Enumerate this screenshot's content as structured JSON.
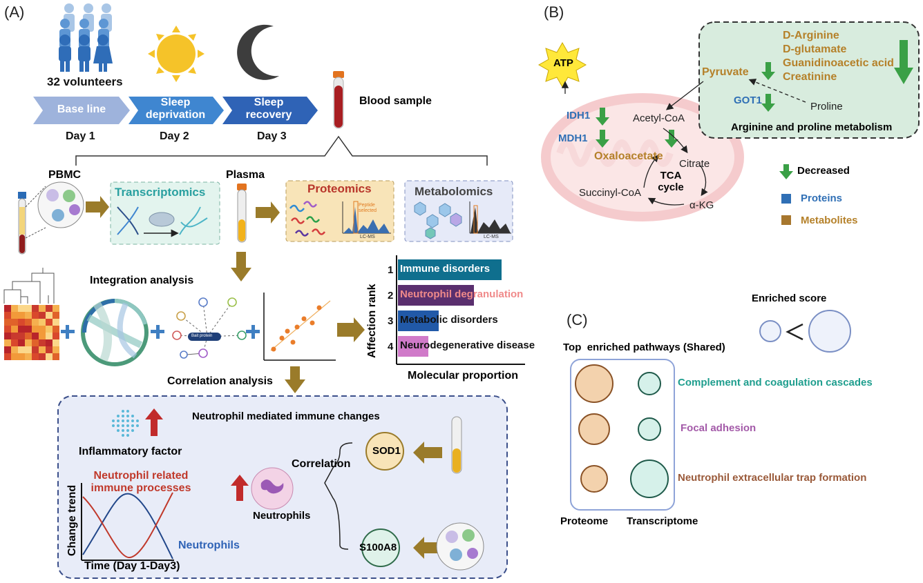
{
  "panel_a": {
    "label": "(A)",
    "volunteers": "32 volunteers",
    "timeline": [
      {
        "label": "Base line",
        "day": "Day 1",
        "color": "#9eb3dc"
      },
      {
        "label": "Sleep deprivation",
        "day": "Day 2",
        "color": "#3f86d0"
      },
      {
        "label": "Sleep recovery",
        "day": "Day 3",
        "color": "#2f63b6"
      }
    ],
    "blood_sample": "Blood sample",
    "pbmc": "PBMC",
    "plasma": "Plasma",
    "transcriptomics": "Transcriptomics",
    "proteomics": "Proteomics",
    "metabolomics": "Metabolomics",
    "peptide_selected": "Peptide selected",
    "lc_ms": "LC-MS",
    "bait_protein": "Bait protein",
    "integration_analysis": "Integration analysis",
    "correlation_analysis": "Correlation analysis",
    "affection_rank": "Affection rank",
    "molecular_proportion": "Molecular proportion",
    "rank_bars": [
      {
        "rank": "1",
        "label": "Immune disorders",
        "value": 1.0,
        "color": "#0f6f8e",
        "text_color": "#ffffff"
      },
      {
        "rank": "2",
        "label": "Neutrophil degranulation",
        "value": 0.73,
        "color": "#5a2f6e",
        "text_color": "#f08a8a"
      },
      {
        "rank": "3",
        "label": "Metabolic disorders",
        "value": 0.39,
        "color": "#2159a8",
        "text_color": "#111111"
      },
      {
        "rank": "4",
        "label": "Neurodegenerative disease",
        "value": 0.29,
        "color": "#d07ac9",
        "text_color": "#111111"
      }
    ],
    "neutrophil_box": {
      "title": "Neutrophil mediated immune changes",
      "inflammatory": "Inflammatory factor",
      "related": "Neutrophil related immune processes",
      "change_trend": "Change trend",
      "time": "Time (Day 1-Day3)",
      "neutrophils_curve": "Neutrophils",
      "correlation": "Correlation",
      "neutrophils": "Neutrophils",
      "sod1": "SOD1",
      "s100a8": "S100A8"
    }
  },
  "panel_b": {
    "label": "(B)",
    "atp": "ATP",
    "idh1": "IDH1",
    "mdh1": "MDH1",
    "acetyl_coa": "Acetyl-CoA",
    "oxaloacetate": "Oxaloacetate",
    "citrate": "Citrate",
    "tca": "TCA cycle",
    "succinyl_coa": "Succinyl-CoA",
    "akg": "α-KG",
    "pyruvate": "Pyruvate",
    "got1": "GOT1",
    "proline": "Proline",
    "metabolites_list": [
      "D-Arginine",
      "D-glutamate",
      "Guanidinoacetic acid",
      "Creatinine"
    ],
    "box_title": "Arginine and proline metabolism",
    "legend": {
      "decreased": "Decreased",
      "proteins": "Proteins",
      "metabolites": "Metabolites",
      "protein_color": "#2f6fb5",
      "metabolite_color": "#b5812a"
    }
  },
  "panel_c": {
    "label": "(C)",
    "enriched_score": "Enriched score",
    "title": "Top  enriched pathways (Shared)",
    "proteome": "Proteome",
    "transcriptome": "Transcriptome",
    "pathways": [
      {
        "name": "Complement and coagulation cascades",
        "color": "#1f9e8e"
      },
      {
        "name": "Focal adhesion",
        "color": "#a35aa8"
      },
      {
        "name": "Neutrophil extracellular trap formation",
        "color": "#9a5a3a"
      }
    ]
  }
}
